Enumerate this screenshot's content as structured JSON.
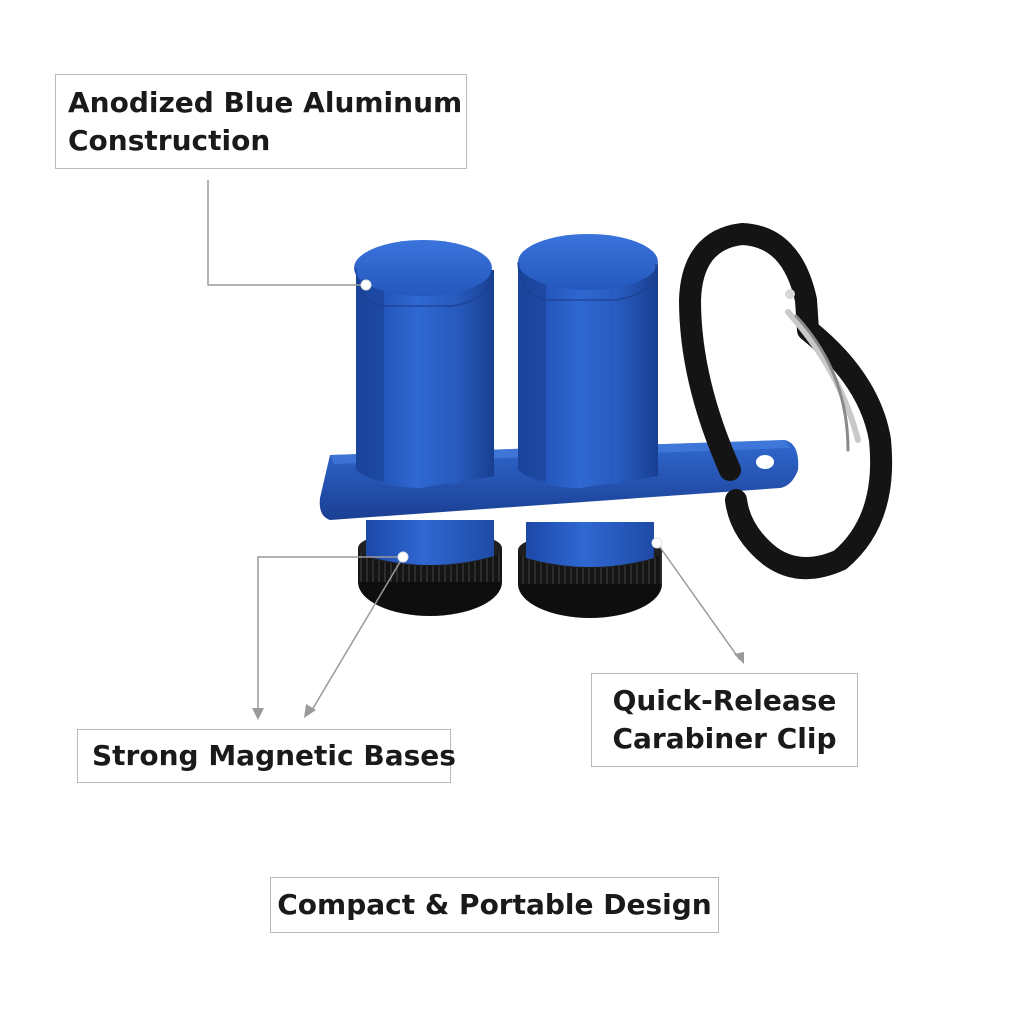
{
  "callouts": {
    "aluminum": {
      "lines": [
        "Anodized Blue Aluminum",
        "Construction"
      ]
    },
    "magnetic": {
      "lines": [
        "Strong Magnetic Bases"
      ]
    },
    "carabiner": {
      "lines": [
        "Quick-Release",
        "Carabiner Clip"
      ]
    },
    "compact": {
      "lines": [
        "Compact & Portable Design"
      ]
    }
  },
  "colors": {
    "background": "#ffffff",
    "anodized_blue": "#2a5fc4",
    "anodized_blue_dark": "#1b3f8f",
    "black_rubber": "#151515",
    "leader_line": "#9a9a9a",
    "callout_border": "#b9b9b9"
  }
}
